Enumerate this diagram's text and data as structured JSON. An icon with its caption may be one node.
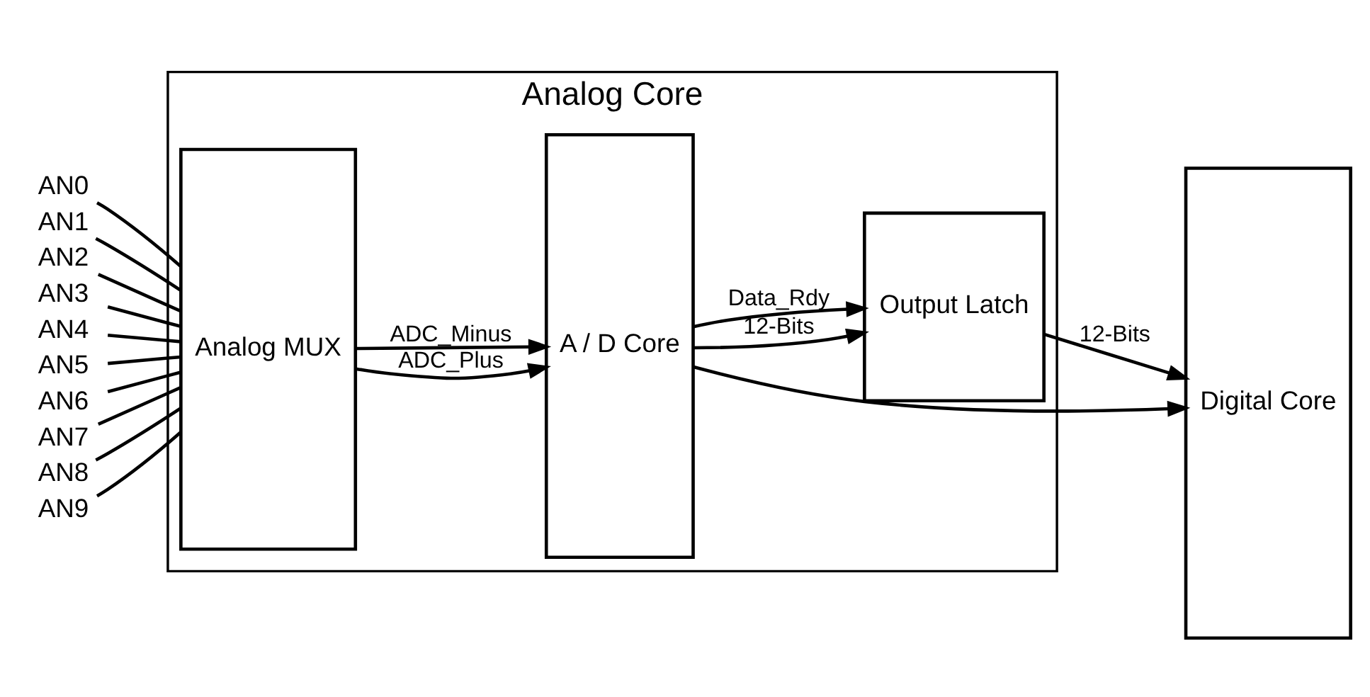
{
  "diagram": {
    "nodes": [
      {
        "text": [
          "Analog Core"
        ]
      },
      {
        "text": [
          "Analog MUX"
        ],
        "in": 0
      },
      {
        "text": [
          "A / D Core"
        ],
        "in": 0
      },
      {
        "text": [
          "Output Latch"
        ],
        "in": 0
      },
      {
        "text": [
          "Digital Core"
        ]
      },
      {
        "text": [
          "AN0"
        ]
      },
      {
        "text": [
          "AN1"
        ]
      },
      {
        "text": [
          "AN2"
        ]
      },
      {
        "text": [
          "AN3"
        ]
      },
      {
        "text": [
          "AN4"
        ]
      },
      {
        "text": [
          "AN5"
        ]
      },
      {
        "text": [
          "AN6"
        ]
      },
      {
        "text": [
          "AN7"
        ]
      },
      {
        "text": [
          "AN8"
        ]
      },
      {
        "text": [
          "AN9"
        ]
      }
    ],
    "edges": [
      {
        "from": 5,
        "to": 1,
        "arrow": "none"
      },
      {
        "from": 6,
        "to": 1,
        "arrow": "none"
      },
      {
        "from": 7,
        "to": 1,
        "arrow": "none"
      },
      {
        "from": 8,
        "to": 1,
        "arrow": "none"
      },
      {
        "from": 9,
        "to": 1,
        "arrow": "none"
      },
      {
        "from": 10,
        "to": 1,
        "arrow": "none"
      },
      {
        "from": 11,
        "to": 1,
        "arrow": "none"
      },
      {
        "from": 12,
        "to": 1,
        "arrow": "none"
      },
      {
        "from": 13,
        "to": 1,
        "arrow": "none"
      },
      {
        "from": 14,
        "to": 1,
        "arrow": "none"
      },
      {
        "from": 1,
        "to": 2,
        "label": "ADC_Plus",
        "arrow": "to"
      },
      {
        "from": 1,
        "to": 2,
        "label": "ADC_Minus",
        "arrow": "to"
      },
      {
        "from": 2,
        "to": 3,
        "label": "12-Bits",
        "arrow": "to"
      },
      {
        "from": 2,
        "to": 3,
        "label": "Data_Rdy",
        "arrow": "to"
      },
      {
        "from": 2,
        "to": 4,
        "arrow": "to"
      },
      {
        "from": 3,
        "to": 4,
        "label": "12-Bits",
        "arrow": "to"
      }
    ]
  }
}
